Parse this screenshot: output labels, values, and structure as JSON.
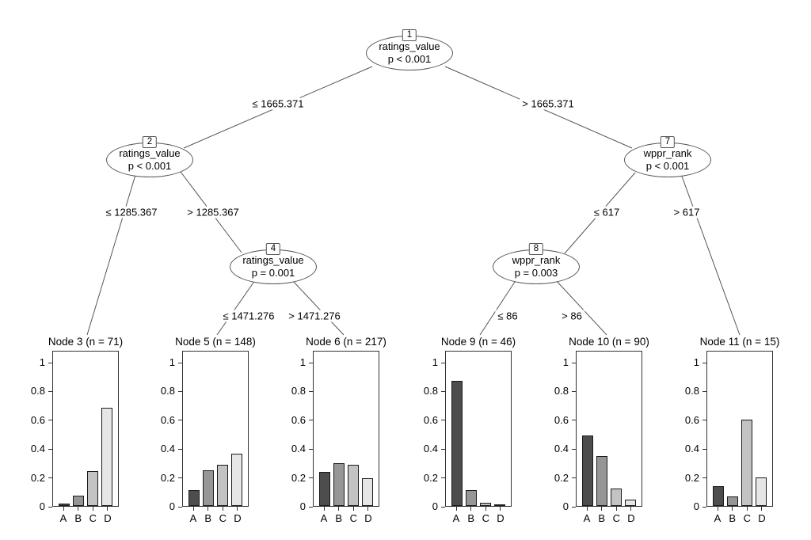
{
  "figure": {
    "background_color": "#ffffff",
    "line_color": "#555555",
    "bar_outline_color": "#1a1a1a",
    "bar_fill_colors": [
      "#4D4D4D",
      "#969696",
      "#C3C3C3",
      "#E6E6E6"
    ]
  },
  "tree": {
    "inner_nodes": [
      {
        "id": "1",
        "variable": "ratings_value",
        "p_value": "p < 0.001"
      },
      {
        "id": "2",
        "variable": "ratings_value",
        "p_value": "p < 0.001"
      },
      {
        "id": "7",
        "variable": "wppr_rank",
        "p_value": "p < 0.001"
      },
      {
        "id": "4",
        "variable": "ratings_value",
        "p_value": "p = 0.001"
      },
      {
        "id": "8",
        "variable": "wppr_rank",
        "p_value": "p = 0.003"
      }
    ],
    "edges": [
      {
        "label": "≤ 1665.371"
      },
      {
        "label": "> 1665.371"
      },
      {
        "label": "≤ 1285.367"
      },
      {
        "label": "> 1285.367"
      },
      {
        "label": "≤ 617"
      },
      {
        "label": "> 617"
      },
      {
        "label": "≤ 1471.276"
      },
      {
        "label": "> 1471.276"
      },
      {
        "label": "≤ 86"
      },
      {
        "label": "> 86"
      }
    ]
  },
  "chart_data": [
    {
      "type": "bar",
      "title": "Node 3 (n = 71)",
      "categories": [
        "A",
        "B",
        "C",
        "D"
      ],
      "values": [
        0.014,
        0.07,
        0.24,
        0.68
      ],
      "ylim": [
        0,
        1
      ],
      "yticks": [
        0,
        0.2,
        0.4,
        0.6,
        0.8,
        1
      ],
      "ytick_labels": [
        "0",
        "0.2",
        "0.4",
        "0.6",
        "0.8",
        "1"
      ]
    },
    {
      "type": "bar",
      "title": "Node 5 (n = 148)",
      "categories": [
        "A",
        "B",
        "C",
        "D"
      ],
      "values": [
        0.11,
        0.245,
        0.285,
        0.365
      ],
      "ylim": [
        0,
        1
      ],
      "yticks": [
        0,
        0.2,
        0.4,
        0.6,
        0.8,
        1
      ],
      "ytick_labels": [
        "0",
        "0.2",
        "0.4",
        "0.6",
        "0.8",
        "1"
      ]
    },
    {
      "type": "bar",
      "title": "Node 6 (n = 217)",
      "categories": [
        "A",
        "B",
        "C",
        "D"
      ],
      "values": [
        0.235,
        0.295,
        0.285,
        0.195
      ],
      "ylim": [
        0,
        1
      ],
      "yticks": [
        0,
        0.2,
        0.4,
        0.6,
        0.8,
        1
      ],
      "ytick_labels": [
        "0",
        "0.2",
        "0.4",
        "0.6",
        "0.8",
        "1"
      ]
    },
    {
      "type": "bar",
      "title": "Node 9 (n = 46)",
      "categories": [
        "A",
        "B",
        "C",
        "D"
      ],
      "values": [
        0.87,
        0.11,
        0.022,
        0.003
      ],
      "ylim": [
        0,
        1
      ],
      "yticks": [
        0,
        0.2,
        0.4,
        0.6,
        0.8,
        1
      ],
      "ytick_labels": [
        "0",
        "0.2",
        "0.4",
        "0.6",
        "0.8",
        "1"
      ]
    },
    {
      "type": "bar",
      "title": "Node 10 (n = 90)",
      "categories": [
        "A",
        "B",
        "C",
        "D"
      ],
      "values": [
        0.49,
        0.345,
        0.12,
        0.045
      ],
      "ylim": [
        0,
        1
      ],
      "yticks": [
        0,
        0.2,
        0.4,
        0.6,
        0.8,
        1
      ],
      "ytick_labels": [
        "0",
        "0.2",
        "0.4",
        "0.6",
        "0.8",
        "1"
      ]
    },
    {
      "type": "bar",
      "title": "Node 11 (n = 15)",
      "categories": [
        "A",
        "B",
        "C",
        "D"
      ],
      "values": [
        0.135,
        0.065,
        0.6,
        0.2
      ],
      "ylim": [
        0,
        1
      ],
      "yticks": [
        0,
        0.2,
        0.4,
        0.6,
        0.8,
        1
      ],
      "ytick_labels": [
        "0",
        "0.2",
        "0.4",
        "0.6",
        "0.8",
        "1"
      ]
    }
  ]
}
